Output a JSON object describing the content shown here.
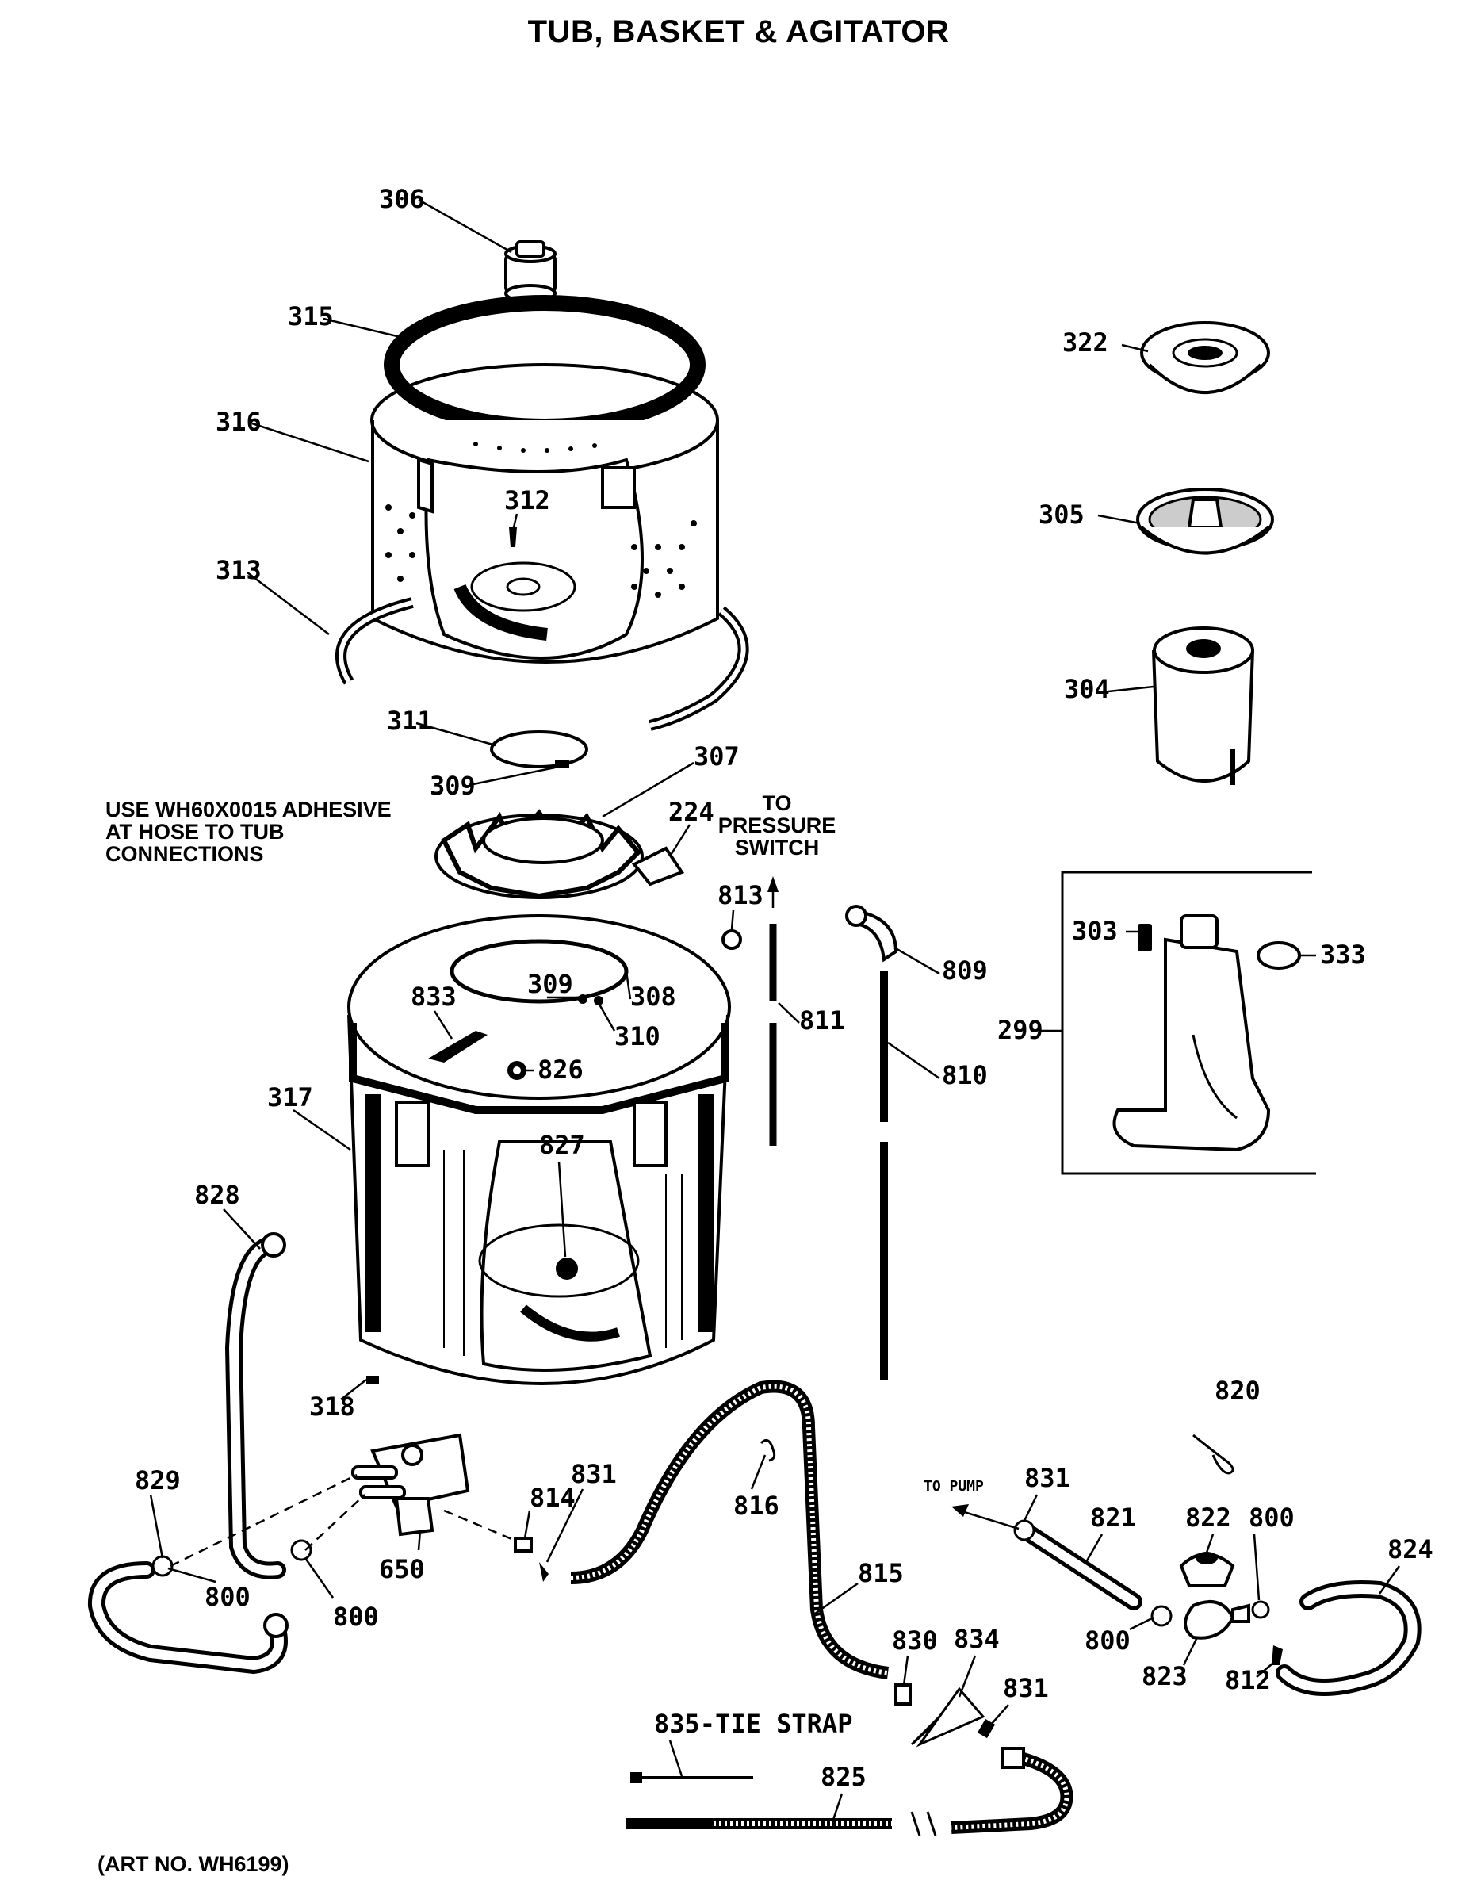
{
  "title": "TUB, BASKET & AGITATOR",
  "notes": {
    "adhesive_line1": "USE WH60X0015 ADHESIVE",
    "adhesive_line2": "AT HOSE TO TUB",
    "adhesive_line3": "CONNECTIONS",
    "pressure_line1": "TO",
    "pressure_line2": "PRESSURE",
    "pressure_line3": "SWITCH",
    "to_pump": "TO PUMP",
    "tie_strap": "835-TIE STRAP",
    "art_no": "(ART NO. WH6199)"
  },
  "part_labels": {
    "p306": "306",
    "p315": "315",
    "p316": "316",
    "p312": "312",
    "p313": "313",
    "p311": "311",
    "p309a": "309",
    "p307": "307",
    "p224": "224",
    "p813": "813",
    "p809": "809",
    "p833": "833",
    "p309b": "309",
    "p308": "308",
    "p310": "310",
    "p811": "811",
    "p810": "810",
    "p826": "826",
    "p317": "317",
    "p827": "827",
    "p828": "828",
    "p318": "318",
    "p829": "829",
    "p800a": "800",
    "p800b": "800",
    "p650": "650",
    "p814": "814",
    "p831a": "831",
    "p816": "816",
    "p815": "815",
    "p820": "820",
    "p831b": "831",
    "p821": "821",
    "p822": "822",
    "p800c": "800",
    "p824": "824",
    "p800d": "800",
    "p823": "823",
    "p812": "812",
    "p830": "830",
    "p834": "834",
    "p831c": "831",
    "p825": "825",
    "p322": "322",
    "p305": "305",
    "p304": "304",
    "p303": "303",
    "p333": "333",
    "p299": "299"
  }
}
